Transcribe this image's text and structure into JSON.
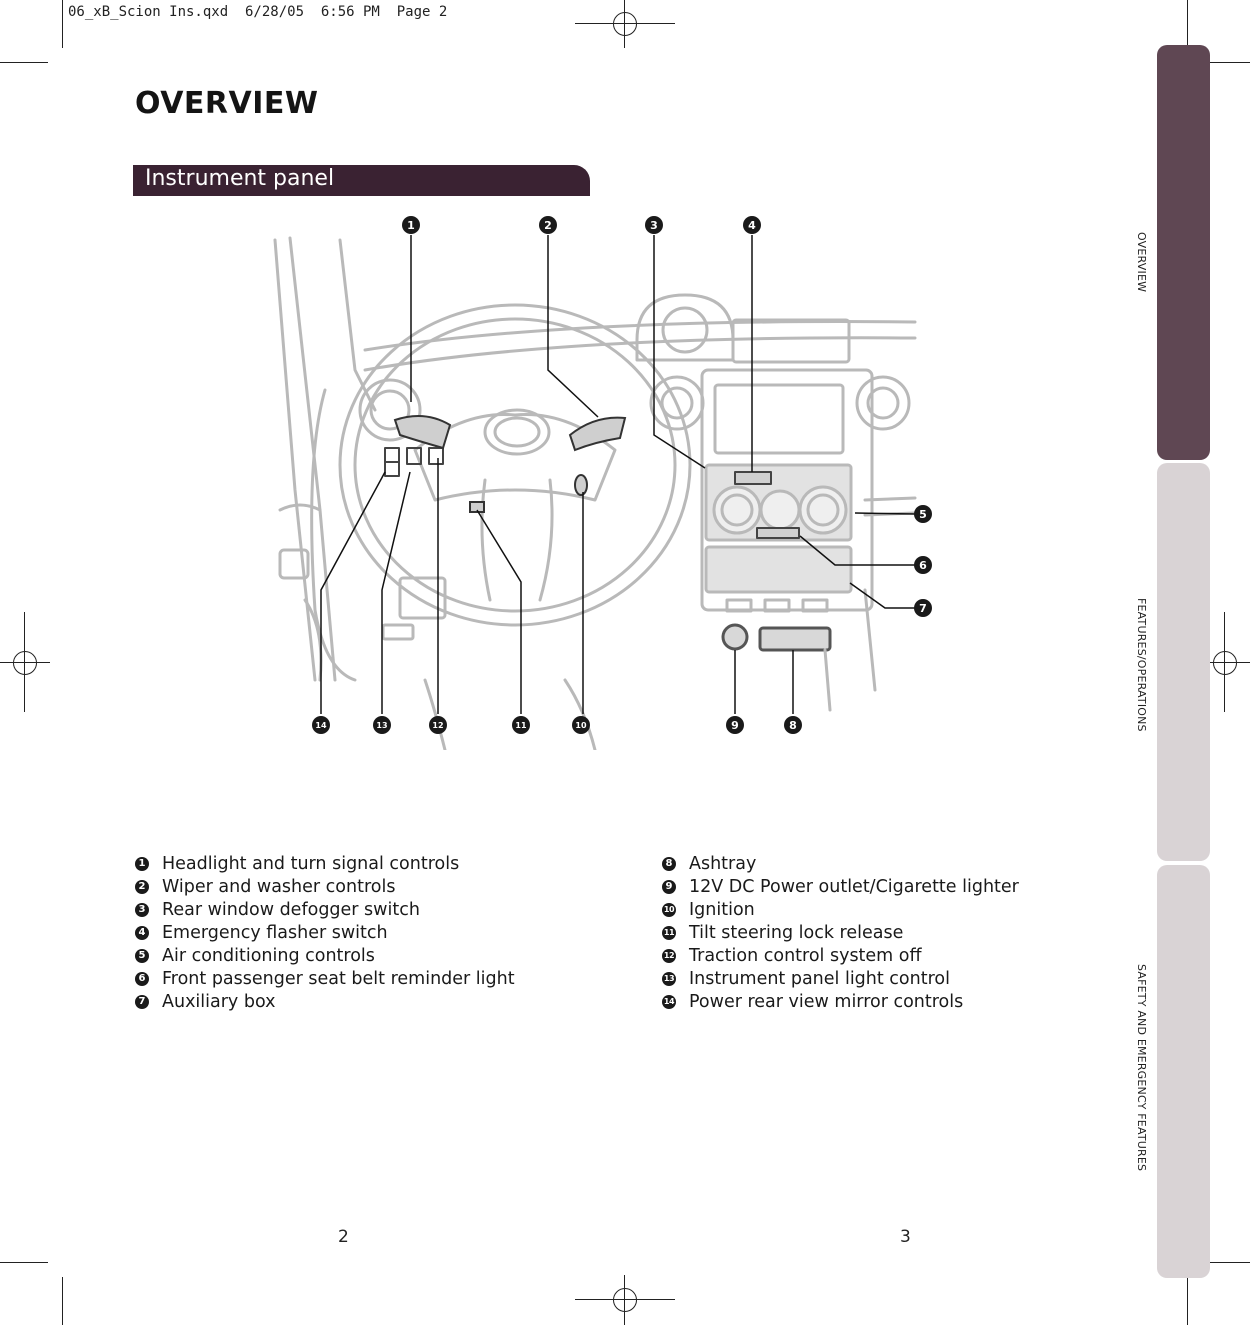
{
  "slug": "06_xB_Scion Ins.qxd  6/28/05  6:56 PM  Page 2",
  "title": "OVERVIEW",
  "section_title": "Instrument panel",
  "callouts": [
    "1",
    "2",
    "3",
    "4",
    "5",
    "6",
    "7",
    "8",
    "9",
    "10",
    "11",
    "12",
    "13",
    "14"
  ],
  "legend_left": [
    {
      "num": "1",
      "label": "Headlight and turn signal controls"
    },
    {
      "num": "2",
      "label": "Wiper and washer controls"
    },
    {
      "num": "3",
      "label": "Rear window defogger switch"
    },
    {
      "num": "4",
      "label": "Emergency flasher switch"
    },
    {
      "num": "5",
      "label": "Air conditioning controls"
    },
    {
      "num": "6",
      "label": "Front passenger seat belt reminder light"
    },
    {
      "num": "7",
      "label": "Auxiliary box"
    }
  ],
  "legend_right": [
    {
      "num": "8",
      "label": "Ashtray"
    },
    {
      "num": "9",
      "label": "12V DC Power outlet/Cigarette lighter"
    },
    {
      "num": "10",
      "label": "Ignition"
    },
    {
      "num": "11",
      "label": "Tilt steering lock release"
    },
    {
      "num": "12",
      "label": "Traction control system off"
    },
    {
      "num": "13",
      "label": "Instrument panel light control"
    },
    {
      "num": "14",
      "label": "Power rear view mirror controls"
    }
  ],
  "side_tabs": [
    {
      "label": "OVERVIEW",
      "color": "#5f4753"
    },
    {
      "label": "FEATURES/OPERATIONS",
      "color": "#d9d3d5"
    },
    {
      "label": "SAFETY AND EMERGENCY FEATURES",
      "color": "#d9d3d5"
    }
  ],
  "page_left": "2",
  "page_right": "3"
}
